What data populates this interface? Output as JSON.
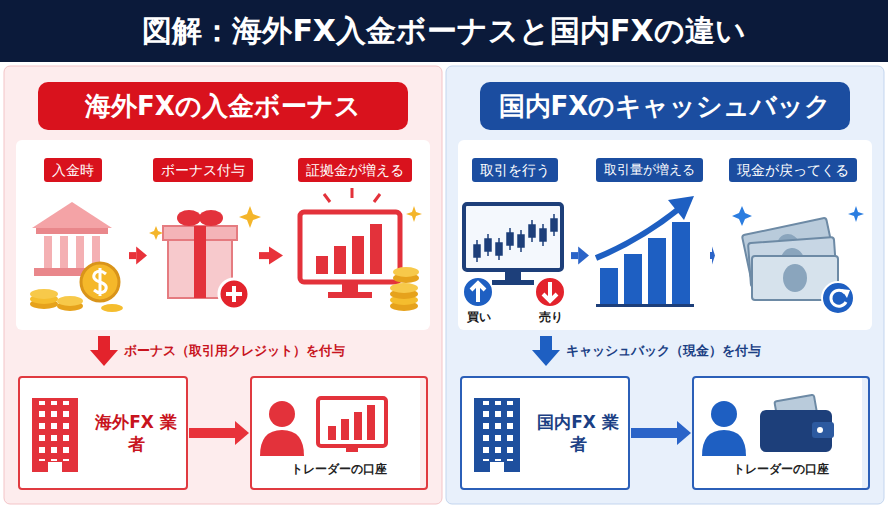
{
  "diagram": {
    "title": "図解：海外FX入金ボーナスと国内FXの違い",
    "nodes": [
      {
        "text": [
          "海外FXの入金ボーナス"
        ]
      },
      {
        "text": [
          "入金時"
        ],
        "in": 0
      },
      {
        "text": [
          "ボーナス付与"
        ],
        "in": 0
      },
      {
        "text": [
          "証拠金が増える"
        ],
        "in": 0
      },
      {
        "text": [
          "海外FX 業者"
        ],
        "in": 0
      },
      {
        "text": [
          "トレーダーの口座"
        ],
        "in": 0
      },
      {
        "text": [
          "国内FXのキャッシュバック"
        ]
      },
      {
        "text": [
          "取引を行う"
        ],
        "in": 6
      },
      {
        "text": [
          "取引量が増える"
        ],
        "in": 6
      },
      {
        "text": [
          "現金が戻ってくる"
        ],
        "in": 6
      },
      {
        "text": [
          "国内FX 業者"
        ],
        "in": 6
      },
      {
        "text": [
          "トレーダーの口座"
        ],
        "in": 6
      }
    ],
    "edges": [
      {
        "from": 1,
        "to": 2,
        "arrow": "to"
      },
      {
        "from": 2,
        "to": 3,
        "arrow": "to"
      },
      {
        "from": 4,
        "to": 5,
        "arrow": "to"
      },
      {
        "from": 7,
        "to": 8,
        "arrow": "to"
      },
      {
        "from": 8,
        "to": 9,
        "arrow": "to"
      },
      {
        "from": 10,
        "to": 11,
        "arrow": "to"
      }
    ],
    "labels": [
      "ボーナス（取引用クレジット）を付与",
      "買い",
      "売り",
      "キャッシュバック（現金）を付与"
    ]
  }
}
